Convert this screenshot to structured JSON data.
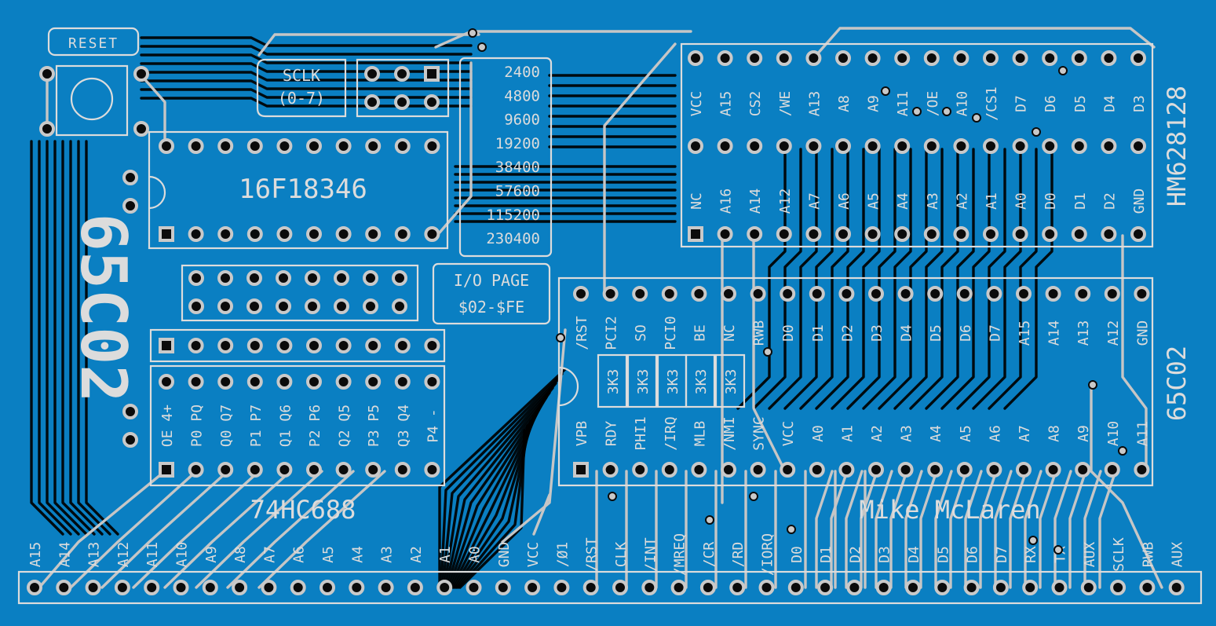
{
  "colors": {
    "board": "#0a7fc2",
    "silkscreen": "#dcdcdc",
    "copper_dark": "#000000",
    "copper_light": "#c6c6c6"
  },
  "board": {
    "cpu_title": "65C02",
    "credit": "Mike McLaren"
  },
  "reset": {
    "label": "RESET"
  },
  "pic": {
    "label": "16F18346"
  },
  "comparator": {
    "label": "74HC688"
  },
  "sclk": {
    "line1": "SCLK",
    "line2": "(0-7)"
  },
  "baud_rates": [
    "2400",
    "4800",
    "9600",
    "19200",
    "38400",
    "57600",
    "115200",
    "230400"
  ],
  "io_page": {
    "line1": "I/O PAGE",
    "line2": "$02-$FE"
  },
  "ram": {
    "name": "HM628128",
    "top_pins": [
      "VCC",
      "A15",
      "CS2",
      "/WE",
      "A13",
      "A8",
      "A9",
      "A11",
      "/OE",
      "A10",
      "/CS1",
      "D7",
      "D6",
      "D5",
      "D4",
      "D3"
    ],
    "bottom_pins": [
      "NC",
      "A16",
      "A14",
      "A12",
      "A7",
      "A6",
      "A5",
      "A4",
      "A3",
      "A2",
      "A1",
      "A0",
      "D0",
      "D1",
      "D2",
      "GND"
    ]
  },
  "cpu": {
    "name": "65C02",
    "top_pins": [
      "/RST",
      "PCI2",
      "SO",
      "PCI0",
      "BE",
      "NC",
      "RWB",
      "D0",
      "D1",
      "D2",
      "D3",
      "D4",
      "D5",
      "D6",
      "D7",
      "A15",
      "A14",
      "A13",
      "A12",
      "GND"
    ],
    "bottom_pins": [
      "VPB",
      "RDY",
      "PHI1",
      "/IRQ",
      "MLB",
      "/NMI",
      "SYNC",
      "VCC",
      "A0",
      "A1",
      "A2",
      "A3",
      "A4",
      "A5",
      "A6",
      "A7",
      "A8",
      "A9",
      "A10",
      "A11"
    ]
  },
  "comparator_pins": {
    "top": [
      "OE 4+",
      "P0 PQ",
      "Q0 Q7",
      "P1 P7",
      "Q1 Q6",
      "P2 P6",
      "Q2 Q5",
      "P3 P5",
      "Q3 Q4",
      "P4 -"
    ]
  },
  "resistors": [
    "3K3",
    "3K3",
    "3K3",
    "3K3",
    "3K3"
  ],
  "bus_pins": [
    "A15",
    "A14",
    "A13",
    "A12",
    "A11",
    "A10",
    "A9",
    "A8",
    "A7",
    "A6",
    "A5",
    "A4",
    "A3",
    "A2",
    "A1",
    "A0",
    "GND",
    "VCC",
    "/Ø1",
    "/RST",
    "CLK",
    "/INT",
    "/MREQ",
    "/CR",
    "/RD",
    "/IORQ",
    "D0",
    "D1",
    "D2",
    "D3",
    "D4",
    "D5",
    "D6",
    "D7",
    "RX",
    "TX",
    "AUX",
    "SCLK",
    "RWB",
    "AUX"
  ]
}
